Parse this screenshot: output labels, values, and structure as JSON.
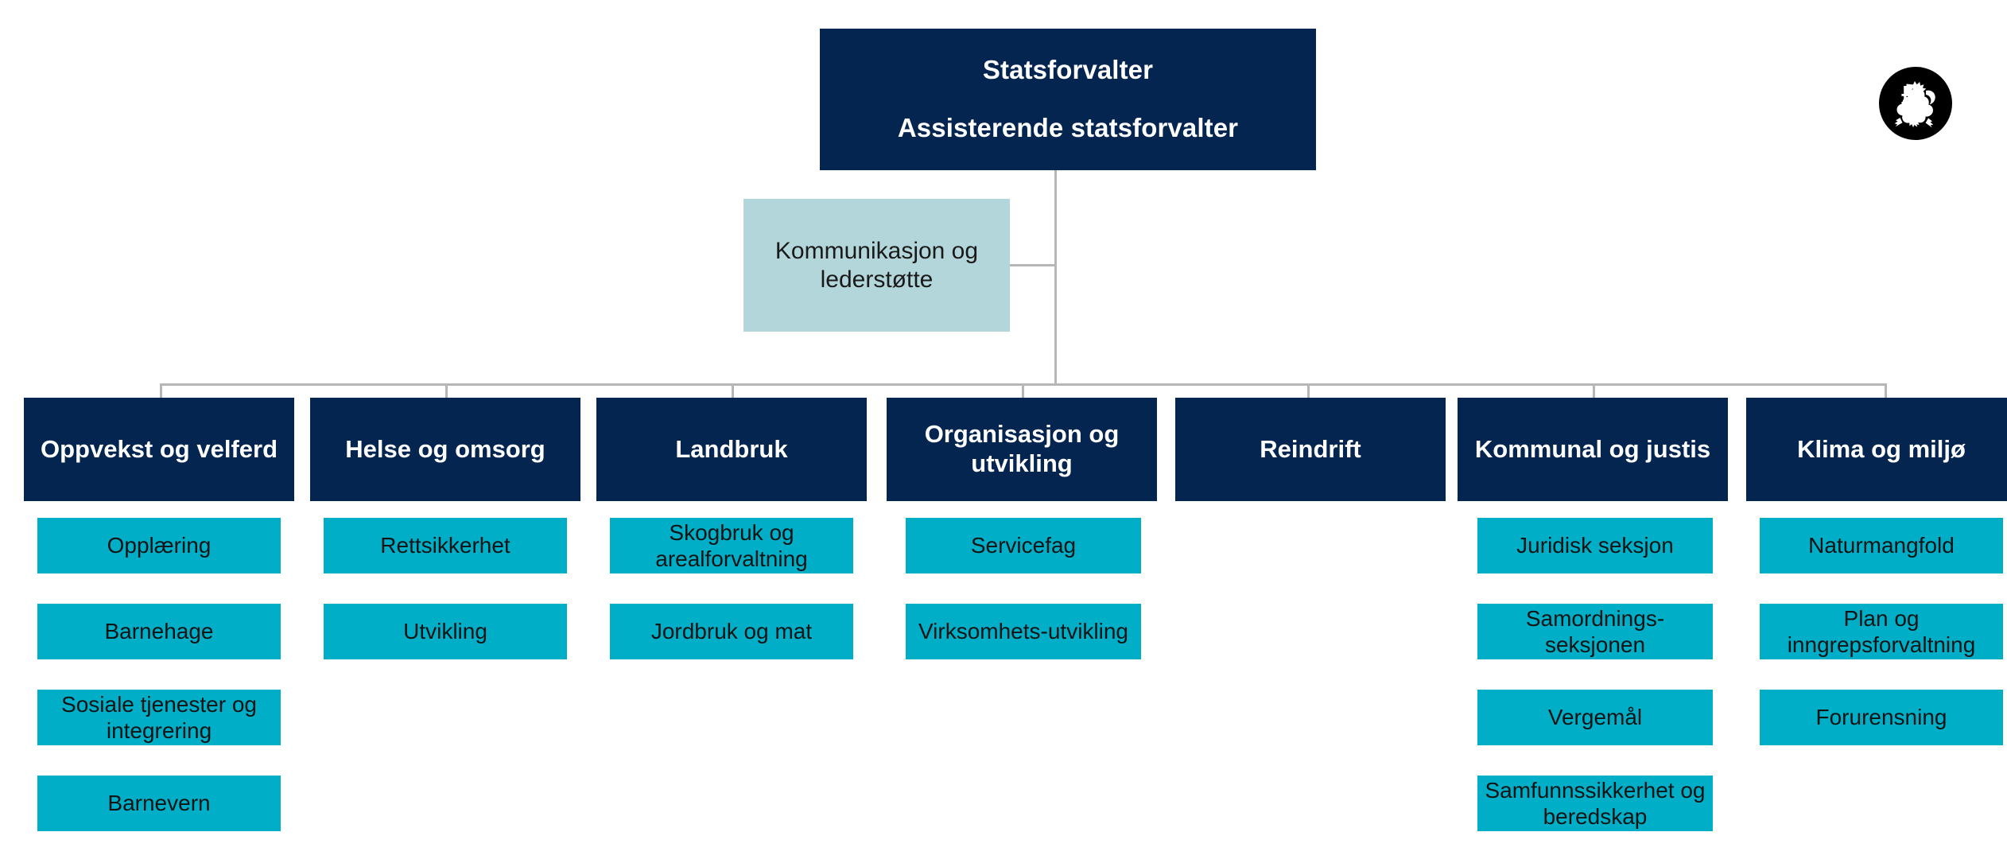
{
  "colors": {
    "navy": "#042550",
    "teal": "#00aec7",
    "light_blue": "#b3d6da",
    "connector": "#b6b6b6",
    "emblem_bg": "#000000",
    "emblem_fg": "#ffffff",
    "page_bg": "#ffffff"
  },
  "emblem": {
    "name": "norwegian-coat-of-arms-lion",
    "description": "Crowned lion rampant holding an axe, white on black circle"
  },
  "top": {
    "line1": "Statsforvalter",
    "line2": "Assisterende statsforvalter"
  },
  "staff_unit": {
    "label": "Kommunikasjon og lederstøtte"
  },
  "departments": [
    {
      "header": "Oppvekst og velferd",
      "units": [
        "Opplæring",
        "Barnehage",
        "Sosiale tjenester og integrering",
        "Barnevern"
      ]
    },
    {
      "header": "Helse og omsorg",
      "units": [
        "Rettsikkerhet",
        "Utvikling"
      ]
    },
    {
      "header": "Landbruk",
      "units": [
        "Skogbruk og arealforvaltning",
        "Jordbruk og mat"
      ]
    },
    {
      "header": "Organisasjon og utvikling",
      "units": [
        "Servicefag",
        "Virksomhets-utvikling"
      ]
    },
    {
      "header": "Reindrift",
      "units": []
    },
    {
      "header": "Kommunal og justis",
      "units": [
        "Juridisk seksjon",
        "Samordnings-seksjonen",
        "Vergemål",
        "Samfunnssikkerhet og beredskap"
      ]
    },
    {
      "header": "Klima og miljø",
      "units": [
        "Naturmangfold",
        "Plan og inngrepsforvaltning",
        "Forurensning"
      ]
    }
  ]
}
